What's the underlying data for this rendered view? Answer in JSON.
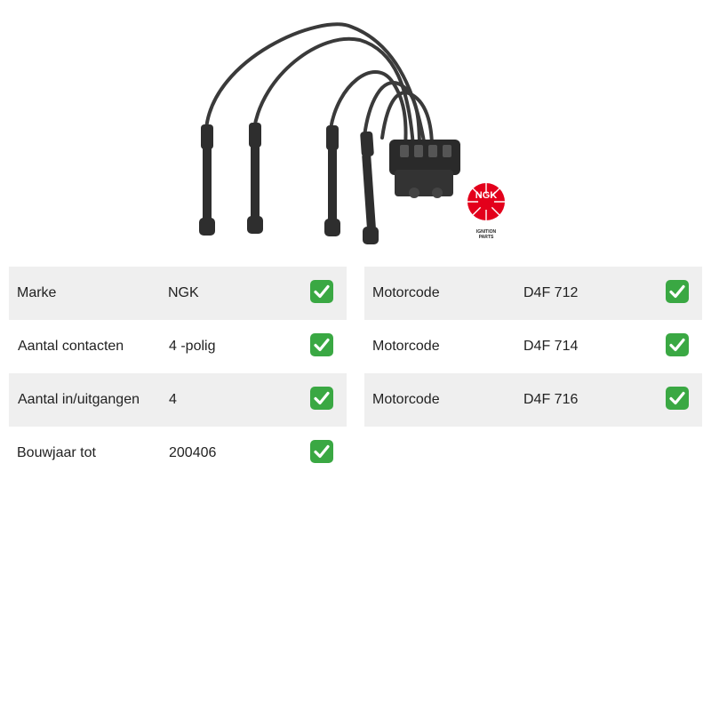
{
  "product": {
    "image_alt": "NGK ignition coil with cables",
    "brand_logo_text": "NGK",
    "brand_logo_subtext": "IGNITION PARTS",
    "brand_color": "#e3001b"
  },
  "specs_left": [
    {
      "label": "Marke",
      "value": "NGK",
      "check": "checkmark-icon"
    },
    {
      "label": "Aantal contacten",
      "value": "4 -polig",
      "check": "checkmark-icon"
    },
    {
      "label": "Aantal in/uitgangen",
      "value": "4",
      "check": "checkmark-icon"
    },
    {
      "label": "Bouwjaar tot",
      "value": "200406",
      "check": "checkmark-icon"
    }
  ],
  "specs_right": [
    {
      "label": "Motorcode",
      "value": "D4F 712",
      "check": "checkmark-icon"
    },
    {
      "label": "Motorcode",
      "value": "D4F 714",
      "check": "checkmark-icon"
    },
    {
      "label": "Motorcode",
      "value": "D4F 716",
      "check": "checkmark-icon"
    }
  ],
  "colors": {
    "row_shade": "#efefef",
    "check_green": "#3aa843"
  }
}
